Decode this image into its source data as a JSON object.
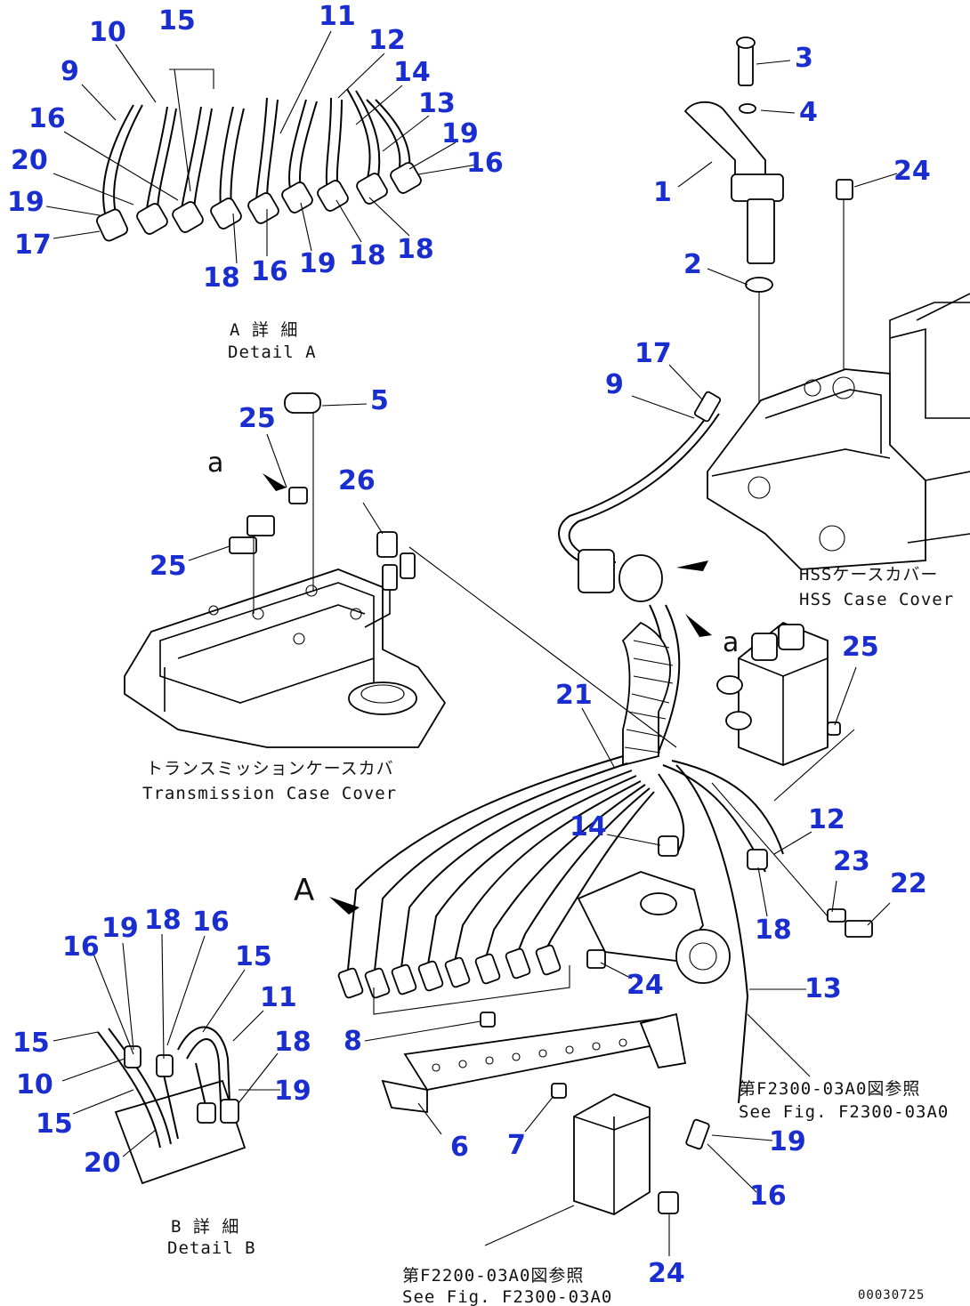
{
  "callouts": [
    {
      "id": "c10a",
      "text": "10"
    },
    {
      "id": "c15a",
      "text": "15"
    },
    {
      "id": "c11a",
      "text": "11"
    },
    {
      "id": "c12a",
      "text": "12"
    },
    {
      "id": "c9a",
      "text": "9"
    },
    {
      "id": "c14a",
      "text": "14"
    },
    {
      "id": "c13a",
      "text": "13"
    },
    {
      "id": "c16a",
      "text": "16"
    },
    {
      "id": "c19a",
      "text": "19"
    },
    {
      "id": "c16b",
      "text": "16"
    },
    {
      "id": "c20a",
      "text": "20"
    },
    {
      "id": "c19b",
      "text": "19"
    },
    {
      "id": "c17a",
      "text": "17"
    },
    {
      "id": "c18a",
      "text": "18"
    },
    {
      "id": "c16c",
      "text": "16"
    },
    {
      "id": "c19c",
      "text": "19"
    },
    {
      "id": "c18b",
      "text": "18"
    },
    {
      "id": "c18c",
      "text": "18"
    },
    {
      "id": "c3",
      "text": "3"
    },
    {
      "id": "c4",
      "text": "4"
    },
    {
      "id": "c1",
      "text": "1"
    },
    {
      "id": "c24a",
      "text": "24"
    },
    {
      "id": "c2",
      "text": "2"
    },
    {
      "id": "c17b",
      "text": "17"
    },
    {
      "id": "c9b",
      "text": "9"
    },
    {
      "id": "c5",
      "text": "5"
    },
    {
      "id": "c25a",
      "text": "25"
    },
    {
      "id": "c26",
      "text": "26"
    },
    {
      "id": "c25b",
      "text": "25"
    },
    {
      "id": "c25c",
      "text": "25"
    },
    {
      "id": "c21",
      "text": "21"
    },
    {
      "id": "c12b",
      "text": "12"
    },
    {
      "id": "c14b",
      "text": "14"
    },
    {
      "id": "c23",
      "text": "23"
    },
    {
      "id": "c22",
      "text": "22"
    },
    {
      "id": "c18d",
      "text": "18"
    },
    {
      "id": "c24b",
      "text": "24"
    },
    {
      "id": "c13b",
      "text": "13"
    },
    {
      "id": "c8",
      "text": "8"
    },
    {
      "id": "c6",
      "text": "6"
    },
    {
      "id": "c7",
      "text": "7"
    },
    {
      "id": "c19d",
      "text": "19"
    },
    {
      "id": "c16d",
      "text": "16"
    },
    {
      "id": "c24c",
      "text": "24"
    },
    {
      "id": "c16e",
      "text": "16"
    },
    {
      "id": "c19e",
      "text": "19"
    },
    {
      "id": "c18e",
      "text": "18"
    },
    {
      "id": "c16f",
      "text": "16"
    },
    {
      "id": "c15b",
      "text": "15"
    },
    {
      "id": "c11b",
      "text": "11"
    },
    {
      "id": "c15c",
      "text": "15"
    },
    {
      "id": "c18f",
      "text": "18"
    },
    {
      "id": "c10b",
      "text": "10"
    },
    {
      "id": "c19f",
      "text": "19"
    },
    {
      "id": "c15d",
      "text": "15"
    },
    {
      "id": "c20b",
      "text": "20"
    }
  ],
  "view_letters": {
    "A": "A",
    "a_upper": "a",
    "a_lower": "a"
  },
  "captions": {
    "detail_a_jp": "A 詳 細",
    "detail_a_en": "Detail A",
    "hss_jp": "HSSケースカバー",
    "hss_en": "HSS Case Cover",
    "trans_jp": "トランスミッションケースカバ",
    "trans_en": "Transmission Case Cover",
    "ref1_jp": "第F2300-03A0図参照",
    "ref1_en": "See Fig. F2300-03A0",
    "ref2_jp": "第F2200-03A0図参照",
    "ref2_en": "See Fig. F2300-03A0",
    "detail_b_jp": "B 詳 細",
    "detail_b_en": "Detail B",
    "drawing_no": "00030725"
  }
}
